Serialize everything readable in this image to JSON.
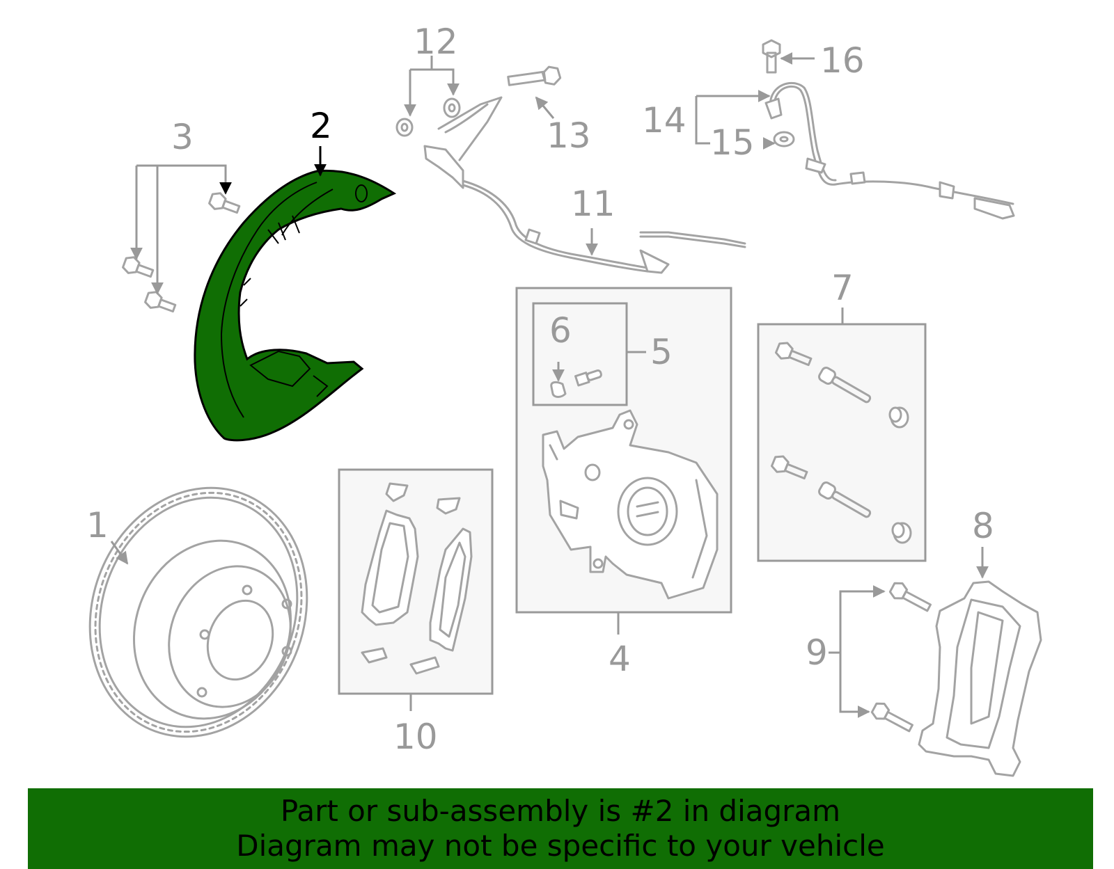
{
  "diagram": {
    "highlighted_part": "2",
    "highlight_color": "#106e04",
    "part_line_color": "#a3a3a3",
    "callouts": {
      "c1": "1",
      "c2": "2",
      "c3": "3",
      "c4": "4",
      "c5": "5",
      "c6": "6",
      "c7": "7",
      "c8": "8",
      "c9": "9",
      "c10": "10",
      "c11": "11",
      "c12": "12",
      "c13": "13",
      "c14": "14",
      "c15": "15",
      "c16": "16"
    }
  },
  "banner": {
    "line1": "Part or sub-assembly is #2 in diagram",
    "line2": "Diagram may not be specific to your vehicle",
    "background": "#106e04"
  }
}
